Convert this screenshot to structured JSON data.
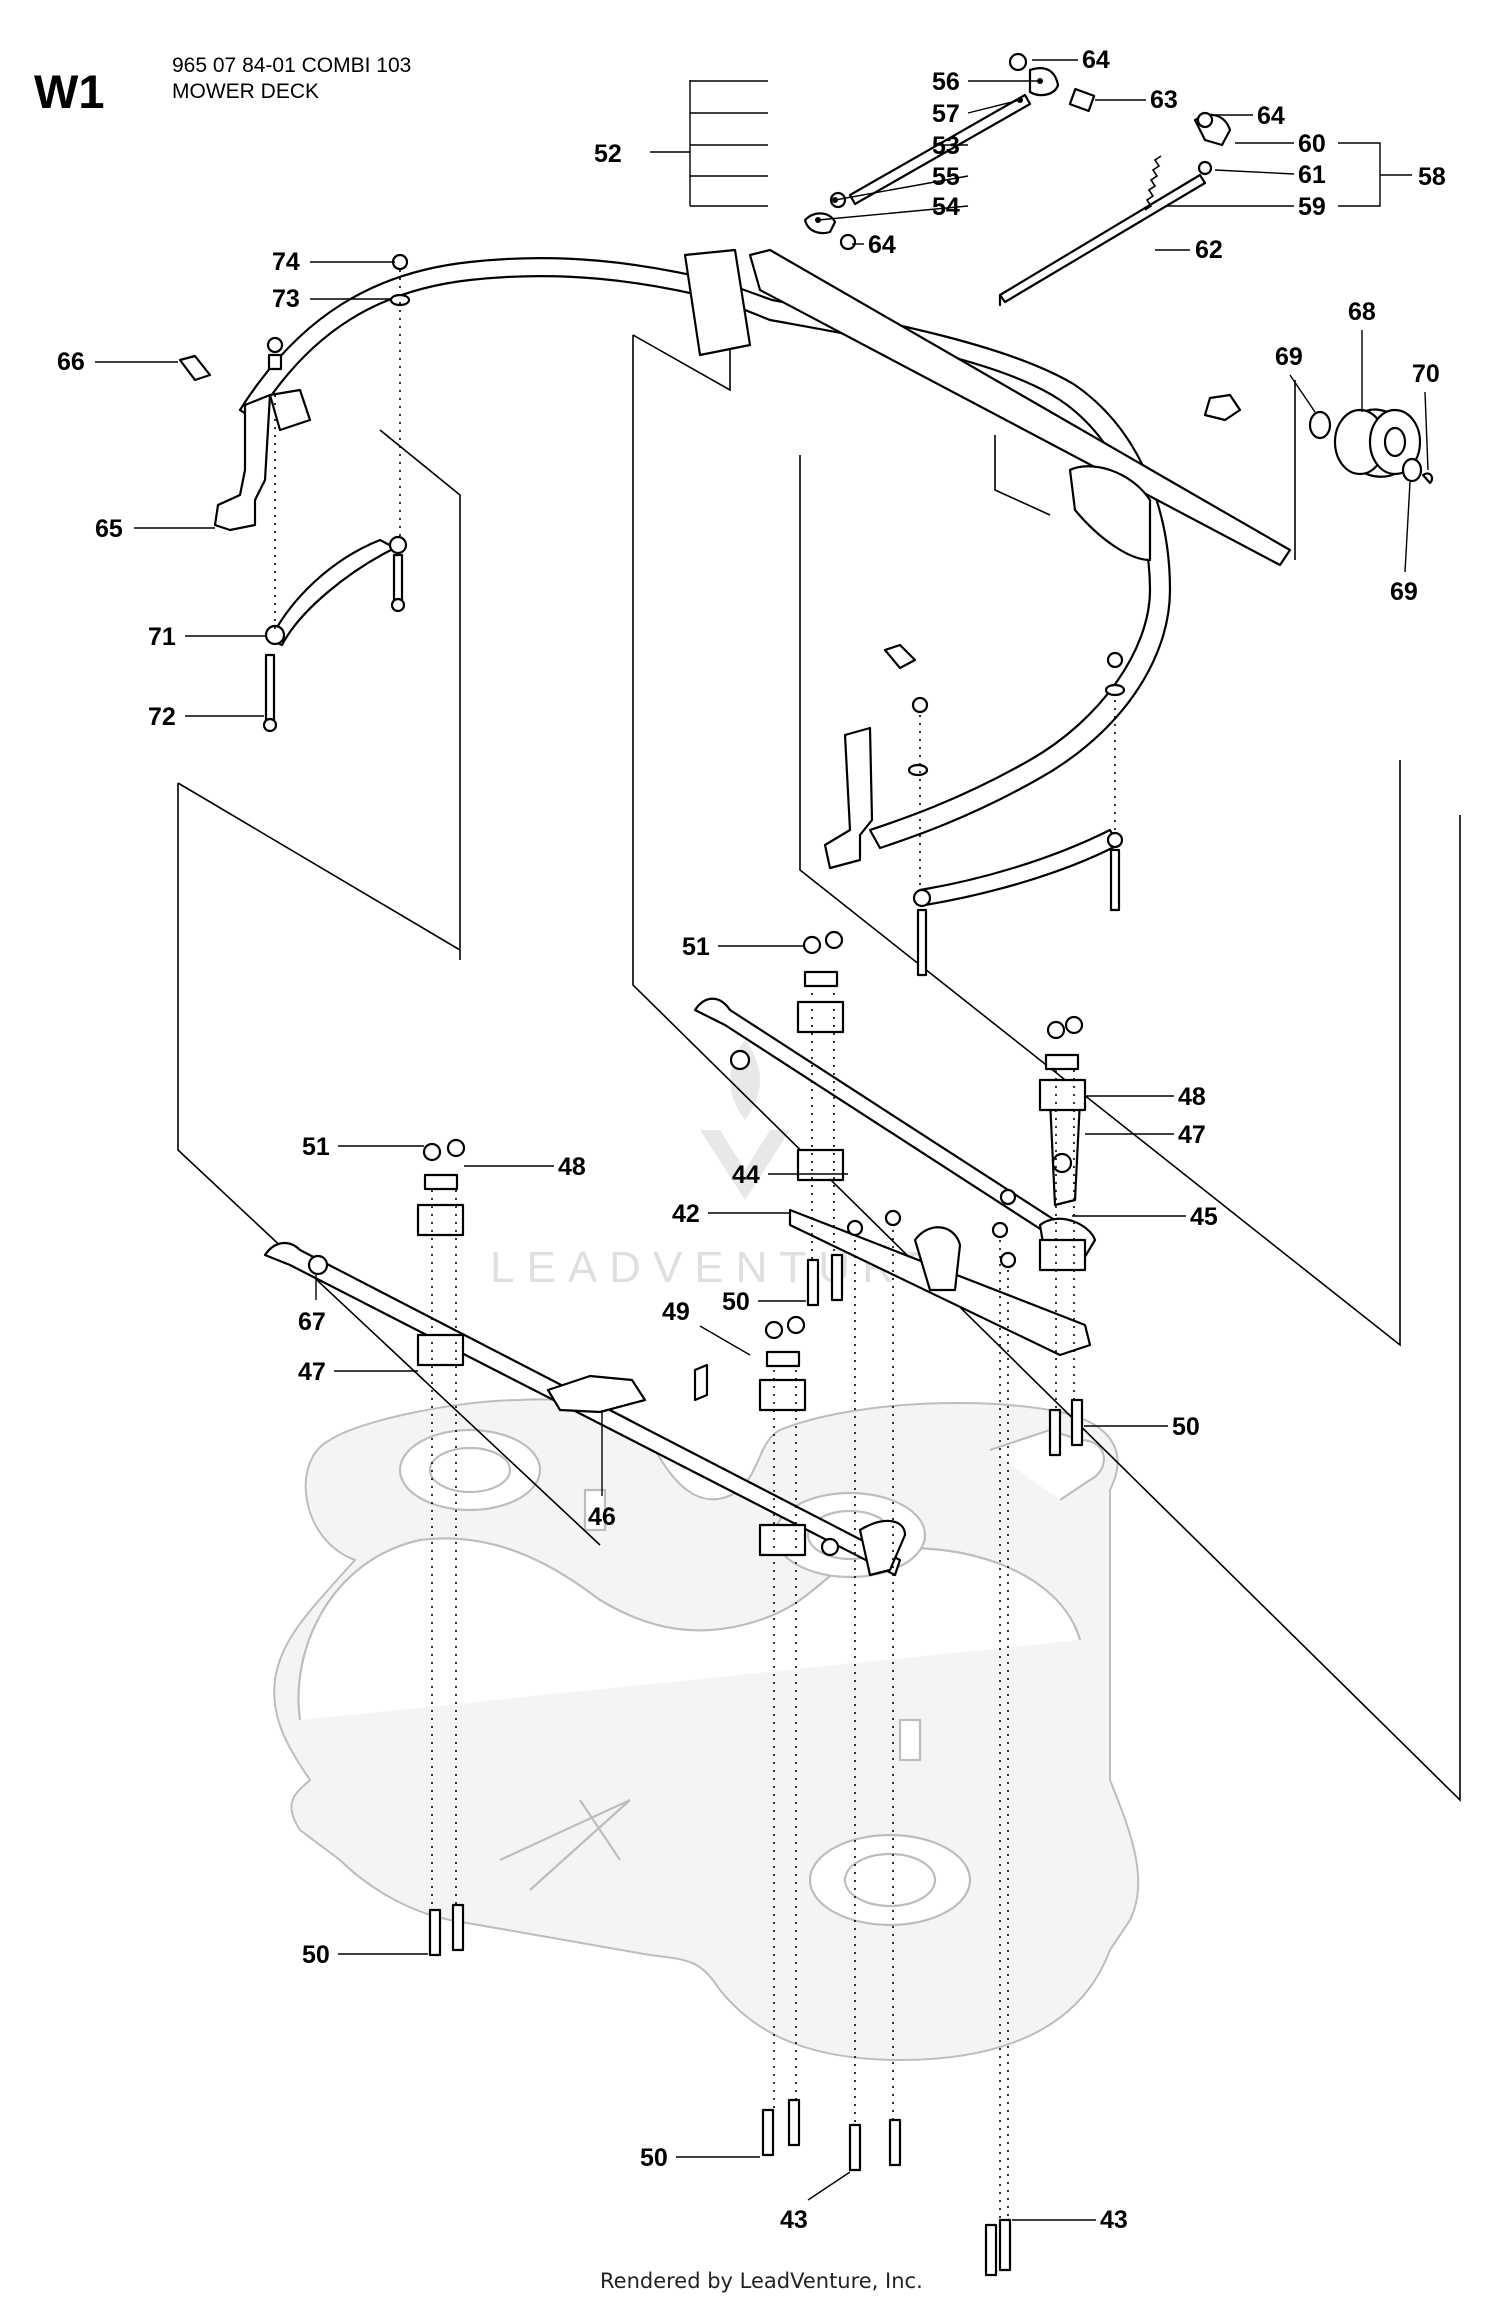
{
  "header": {
    "code": "W1",
    "part_number_line": "965 07 84-01 COMBI 103",
    "section_title": "MOWER DECK"
  },
  "watermark": "LEADVENTURE",
  "footer": "Rendered by LeadVenture, Inc.",
  "callouts": {
    "c42": "42",
    "c43a": "43",
    "c43b": "43",
    "c44": "44",
    "c45": "45",
    "c46": "46",
    "c47a": "47",
    "c47b": "47",
    "c48a": "48",
    "c48b": "48",
    "c49": "49",
    "c50a": "50",
    "c50b": "50",
    "c50c": "50",
    "c50d": "50",
    "c51a": "51",
    "c51b": "51",
    "c52": "52",
    "c53": "53",
    "c54": "54",
    "c55": "55",
    "c56": "56",
    "c57": "57",
    "c58": "58",
    "c59": "59",
    "c60": "60",
    "c61": "61",
    "c62": "62",
    "c63": "63",
    "c64a": "64",
    "c64b": "64",
    "c64c": "64",
    "c65": "65",
    "c66": "66",
    "c67": "67",
    "c68": "68",
    "c69a": "69",
    "c69b": "69",
    "c70": "70",
    "c71": "71",
    "c72": "72",
    "c73": "73",
    "c74": "74"
  }
}
